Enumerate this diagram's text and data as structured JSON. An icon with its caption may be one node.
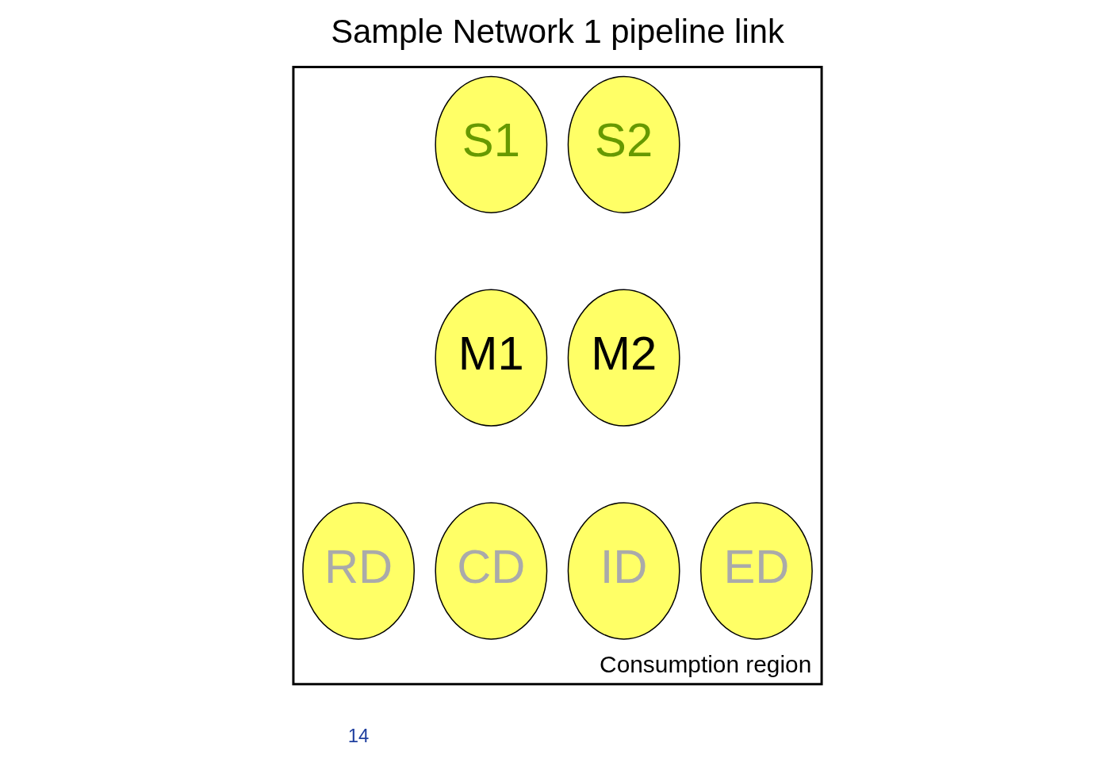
{
  "diagram": {
    "title": "Sample Network 1 pipeline link",
    "nodes": [
      {
        "text": [
          "Consumption region"
        ]
      },
      {
        "text": [
          "S1"
        ],
        "in": 0
      },
      {
        "text": [
          "S2"
        ],
        "in": 0
      },
      {
        "text": [
          "M1"
        ],
        "in": 0
      },
      {
        "text": [
          "M2"
        ],
        "in": 0
      },
      {
        "text": [
          "RD"
        ],
        "in": 0
      },
      {
        "text": [
          "CD"
        ],
        "in": 0
      },
      {
        "text": [
          "ID"
        ],
        "in": 0
      },
      {
        "text": [
          "ED"
        ],
        "in": 0
      }
    ],
    "edges": [],
    "labels": [
      "14"
    ]
  }
}
